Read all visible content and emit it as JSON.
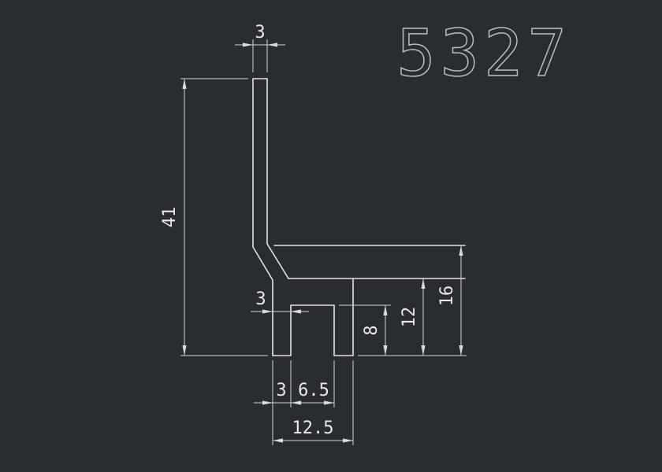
{
  "drawing": {
    "title": "5327",
    "background_color": "#292d32",
    "line_color": "#e2e4e6",
    "dimension_color": "#d8dbde",
    "dimensions": {
      "top_width": "3",
      "overall_height": "41",
      "wall_thickness": "3",
      "bottom_left_leg": "3",
      "notch_width": "6.5",
      "bottom_total_width": "12.5",
      "notch_height": "8",
      "flange_underside_height": "12",
      "flange_top_height": "16"
    }
  }
}
